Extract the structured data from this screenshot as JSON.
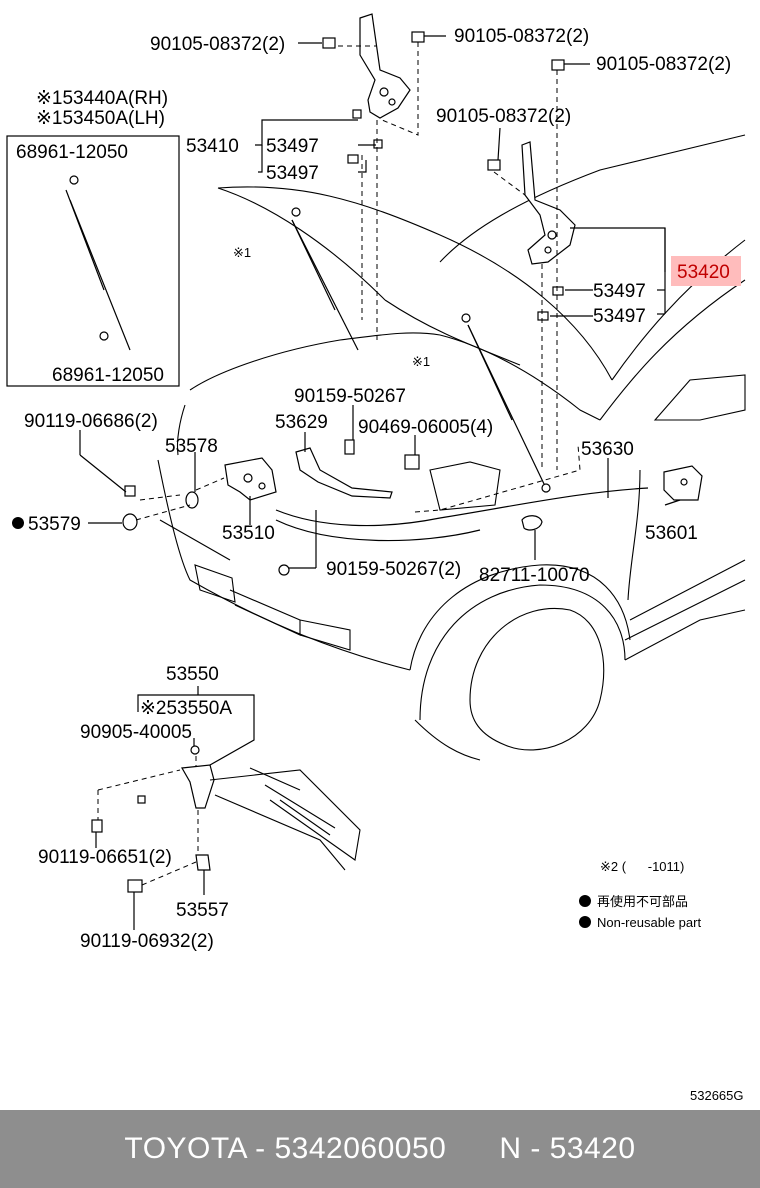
{
  "diagram": {
    "labels": {
      "bolt_top_left": "90105-08372(2)",
      "bolt_top_mid": "90105-08372(2)",
      "bolt_top_right": "90105-08372(2)",
      "bolt_right_hinge": "90105-08372(2)",
      "stay_rh": "※153440A(RH)",
      "stay_lh": "※153450A(LH)",
      "stay_ball_top": "68961-12050",
      "stay_ball_bottom": "68961-12050",
      "hinge_left": "53410",
      "washer_left_1": "53497",
      "washer_left_2": "53497",
      "hinge_right": "53420",
      "washer_right_1": "53497",
      "washer_right_2": "53497",
      "stay_marker_left": "※1",
      "stay_marker_mid": "※1",
      "screw_left": "90119-06686(2)",
      "lock_assy": "53578",
      "cushion": "53579",
      "lock_support": "53510",
      "clip_upper": "90159-50267",
      "lock_release": "53629",
      "clip_set": "90469-06005(4)",
      "clip_lower": "90159-50267(2)",
      "cable": "53630",
      "lever": "53601",
      "clamp": "82711-10070",
      "catch": "53550",
      "catch_alt": "※253550A",
      "bumper": "90905-40005",
      "screw_catch": "90119-06651(2)",
      "catch_sub": "53557",
      "screw_catch_2": "90119-06932(2)"
    },
    "note_marker": "※2 (      -1011)",
    "legend_jp": "再使用不可部品",
    "legend_en": "Non-reusable part",
    "illustration_code": "532665G"
  },
  "footer": {
    "text": "TOYOTA - 5342060050      N - 53420"
  },
  "colors": {
    "highlight_bg": "#ffbcbc",
    "highlight_text": "#c00000",
    "footer_bg": "#8e8e8e"
  }
}
